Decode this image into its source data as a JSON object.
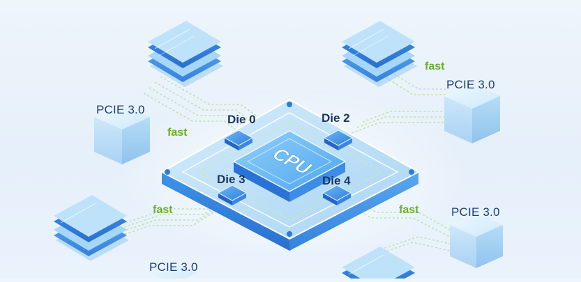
{
  "cpu_label": "CPU",
  "dies": {
    "die0": "Die 0",
    "die2": "Die 2",
    "die3": "Die 3",
    "die4": "Die 4"
  },
  "pcie": {
    "top_left": "PCIE 3.0",
    "top_right": "PCIE 3.0",
    "bottom_left": "PCIE 3.0",
    "bottom_right": "PCIE 3.0"
  },
  "links": {
    "top_left": "fast",
    "top_right": "fast",
    "bottom_left": "fast",
    "bottom_right": "fast"
  },
  "colors": {
    "background": "#eaf3fc",
    "chip_blue": "#3a8fe6",
    "chip_light": "#9fd0f6",
    "cube": "#b7dcf6",
    "label_dark": "#1d3f7a",
    "link_green": "#6ab02d",
    "trace_green": "#bfe3b0"
  }
}
